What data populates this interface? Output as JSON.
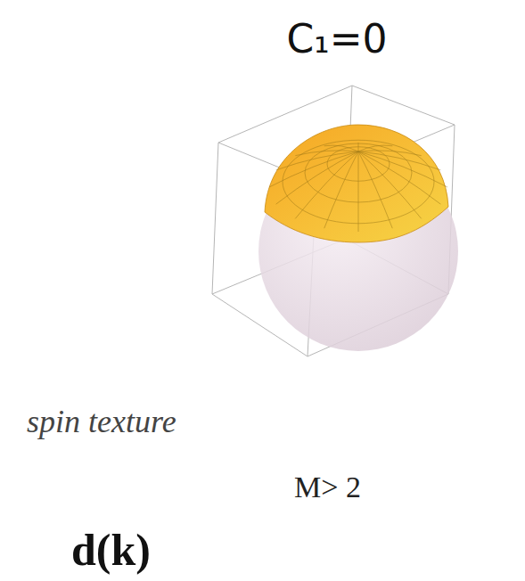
{
  "diagram": {
    "title": "C₁=0",
    "labels": [
      "spin texture",
      "M> 2",
      "d(k)"
    ]
  }
}
